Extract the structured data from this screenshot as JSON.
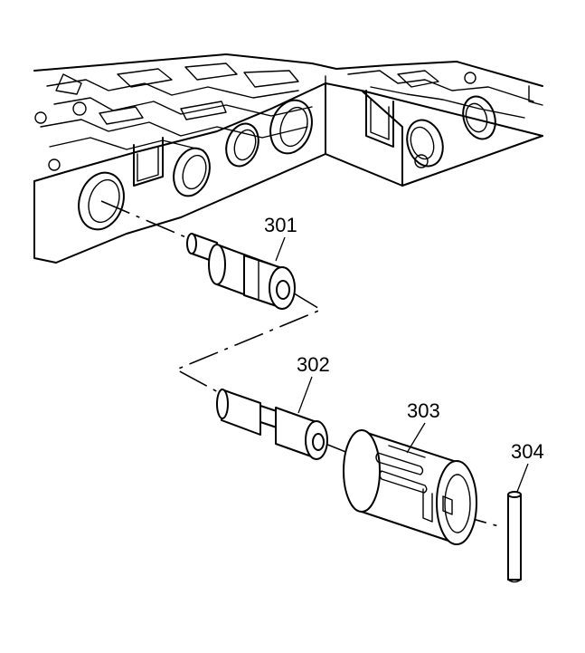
{
  "callouts": {
    "c301": "301",
    "c302": "302",
    "c303": "303",
    "c304": "304"
  },
  "colors": {
    "ink": "#000000",
    "paper": "#ffffff"
  }
}
